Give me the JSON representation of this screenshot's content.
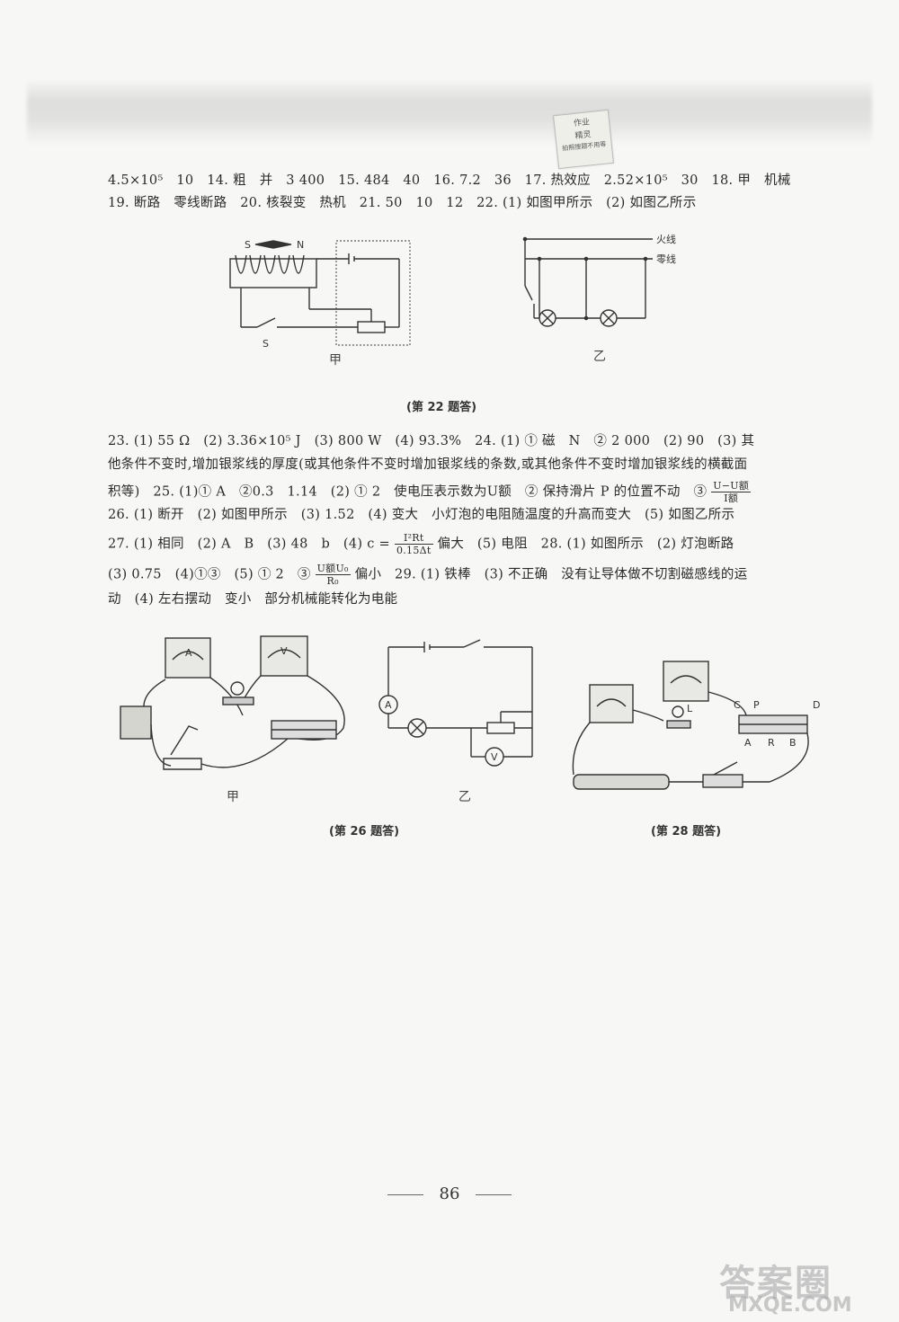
{
  "stamp": {
    "line1": "作业",
    "line2": "精灵",
    "line3": "拍照搜题不用等"
  },
  "answers": {
    "line1": "4.5×10⁵　10　14. 粗　并　3 400　15. 484　40　16. 7.2　36　17. 热效应　2.52×10⁵　30　18. 甲　机械",
    "line2": "19. 断路　零线断路　20. 核裂变　热机　21. 50　10　12　22. (1) 如图甲所示　(2) 如图乙所示",
    "line3": "23. (1) 55 Ω　(2) 3.36×10⁵ J　(3) 800 W　(4) 93.3%　24. (1) ① 磁　N　② 2 000　(2) 90　(3) 其",
    "line4": "他条件不变时,增加银浆线的厚度(或其他条件不变时增加银浆线的条数,或其他条件不变时增加银浆线的横截面",
    "line5": "积等)　25. (1)① A　②0.3　1.14　(2) ① 2　使电压表示数为U额　② 保持滑片 P 的位置不动　③",
    "line6": "26. (1) 断开　(2) 如图甲所示　(3) 1.52　(4) 变大　小灯泡的电阻随温度的升高而变大　(5) 如图乙所示",
    "line7": "27. (1) 相同　(2) A　B　(3) 48　b　(4) c =",
    "line7b": "偏大　(5) 电阻　28. (1) 如图所示　(2) 灯泡断路",
    "line8": "(3) 0.75　(4)①③　(5) ① 2　③",
    "line8b": "偏小　29. (1) 铁棒　(3) 不正确　没有让导体做不切割磁感线的运",
    "line9": "动　(4) 左右摆动　变小　部分机械能转化为电能"
  },
  "fractions": {
    "f25": {
      "num": "U−U额",
      "den": "I额"
    },
    "f27": {
      "num": "I²Rt",
      "den": "0.15Δt"
    },
    "f28": {
      "num": "U额U₀",
      "den": "R₀"
    }
  },
  "figures": {
    "fig22": {
      "label_a": "甲",
      "label_b": "乙",
      "caption": "(第 22 题答)",
      "s": "S",
      "n": "N",
      "switch": "S",
      "live": "火线",
      "neutral": "零线"
    },
    "fig26": {
      "label_a": "甲",
      "label_b": "乙",
      "caption": "(第 26 题答)",
      "ammeter": "A",
      "voltmeter": "V"
    },
    "fig28": {
      "caption": "(第 28 题答)",
      "c": "C",
      "p": "P",
      "d": "D",
      "a": "A",
      "r": "R",
      "b": "B",
      "l": "L"
    }
  },
  "page_number": "86",
  "watermark": {
    "main": "答案圈",
    "url": "MXQE.COM"
  }
}
